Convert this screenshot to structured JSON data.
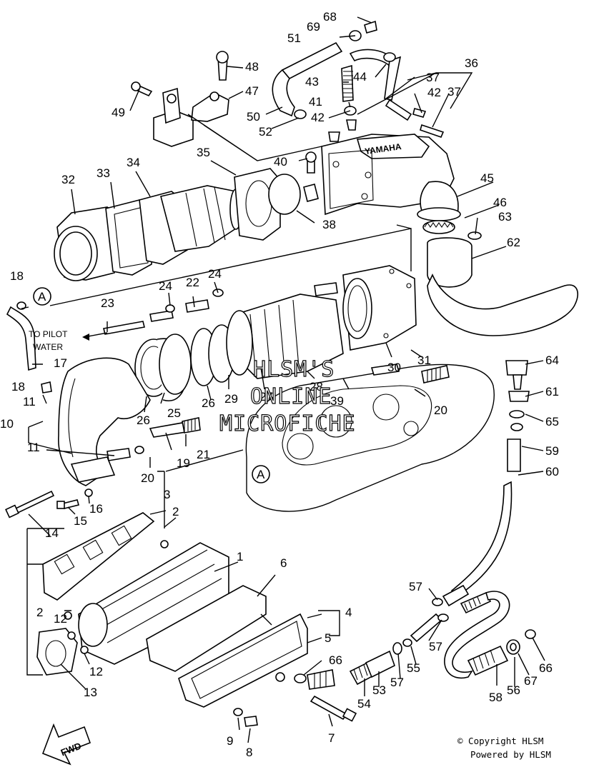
{
  "callouts": [
    {
      "id": "c1",
      "text": "1"
    },
    {
      "id": "c2a",
      "text": "2"
    },
    {
      "id": "c2b",
      "text": "2"
    },
    {
      "id": "c3",
      "text": "3"
    },
    {
      "id": "c4",
      "text": "4"
    },
    {
      "id": "c5",
      "text": "5"
    },
    {
      "id": "c6",
      "text": "6"
    },
    {
      "id": "c7",
      "text": "7"
    },
    {
      "id": "c8",
      "text": "8"
    },
    {
      "id": "c9",
      "text": "9"
    },
    {
      "id": "c10",
      "text": "10"
    },
    {
      "id": "c11a",
      "text": "11"
    },
    {
      "id": "c11b",
      "text": "11"
    },
    {
      "id": "c12a",
      "text": "12"
    },
    {
      "id": "c12b",
      "text": "12"
    },
    {
      "id": "c13",
      "text": "13"
    },
    {
      "id": "c14",
      "text": "14"
    },
    {
      "id": "c15",
      "text": "15"
    },
    {
      "id": "c16",
      "text": "16"
    },
    {
      "id": "c17",
      "text": "17"
    },
    {
      "id": "c18a",
      "text": "18"
    },
    {
      "id": "c18b",
      "text": "18"
    },
    {
      "id": "c19",
      "text": "19"
    },
    {
      "id": "c20a",
      "text": "20"
    },
    {
      "id": "c20b",
      "text": "20"
    },
    {
      "id": "c21",
      "text": "21"
    },
    {
      "id": "c22",
      "text": "22"
    },
    {
      "id": "c23",
      "text": "23"
    },
    {
      "id": "c24a",
      "text": "24"
    },
    {
      "id": "c24b",
      "text": "24"
    },
    {
      "id": "c25",
      "text": "25"
    },
    {
      "id": "c26a",
      "text": "26"
    },
    {
      "id": "c26b",
      "text": "26"
    },
    {
      "id": "c27",
      "text": "27"
    },
    {
      "id": "c28",
      "text": "28"
    },
    {
      "id": "c29",
      "text": "29"
    },
    {
      "id": "c30",
      "text": "30"
    },
    {
      "id": "c31",
      "text": "31"
    },
    {
      "id": "c32",
      "text": "32"
    },
    {
      "id": "c33",
      "text": "33"
    },
    {
      "id": "c34",
      "text": "34"
    },
    {
      "id": "c35",
      "text": "35"
    },
    {
      "id": "c36",
      "text": "36"
    },
    {
      "id": "c37a",
      "text": "37"
    },
    {
      "id": "c37b",
      "text": "37"
    },
    {
      "id": "c38",
      "text": "38"
    },
    {
      "id": "c39",
      "text": "39"
    },
    {
      "id": "c40",
      "text": "40"
    },
    {
      "id": "c41",
      "text": "41"
    },
    {
      "id": "c42a",
      "text": "42"
    },
    {
      "id": "c42b",
      "text": "42"
    },
    {
      "id": "c43",
      "text": "43"
    },
    {
      "id": "c44",
      "text": "44"
    },
    {
      "id": "c45",
      "text": "45"
    },
    {
      "id": "c46",
      "text": "46"
    },
    {
      "id": "c47",
      "text": "47"
    },
    {
      "id": "c48",
      "text": "48"
    },
    {
      "id": "c49",
      "text": "49"
    },
    {
      "id": "c50",
      "text": "50"
    },
    {
      "id": "c51",
      "text": "51"
    },
    {
      "id": "c52",
      "text": "52"
    },
    {
      "id": "c53",
      "text": "53"
    },
    {
      "id": "c54",
      "text": "54"
    },
    {
      "id": "c55",
      "text": "55"
    },
    {
      "id": "c56",
      "text": "56"
    },
    {
      "id": "c57a",
      "text": "57"
    },
    {
      "id": "c57b",
      "text": "57"
    },
    {
      "id": "c57c",
      "text": "57"
    },
    {
      "id": "c58",
      "text": "58"
    },
    {
      "id": "c59",
      "text": "59"
    },
    {
      "id": "c60",
      "text": "60"
    },
    {
      "id": "c61",
      "text": "61"
    },
    {
      "id": "c62",
      "text": "62"
    },
    {
      "id": "c63",
      "text": "63"
    },
    {
      "id": "c64",
      "text": "64"
    },
    {
      "id": "c65",
      "text": "65"
    },
    {
      "id": "c66a",
      "text": "66"
    },
    {
      "id": "c66b",
      "text": "66"
    },
    {
      "id": "c67",
      "text": "67"
    },
    {
      "id": "c68",
      "text": "68"
    },
    {
      "id": "c69",
      "text": "69"
    }
  ],
  "markers": {
    "a_top": "A",
    "a_bottom": "A"
  },
  "labels": {
    "pilot_water_line1": "TO PILOT",
    "pilot_water_line2": "WATER",
    "fwd": "FWD",
    "brand": "YAMAHA"
  },
  "watermark": {
    "line1": "HLSM'S",
    "line2": "ONLINE",
    "line3": "MICROFICHE"
  },
  "footer": {
    "copyright": "© Copyright HLSM",
    "powered": "Powered by HLSM"
  }
}
